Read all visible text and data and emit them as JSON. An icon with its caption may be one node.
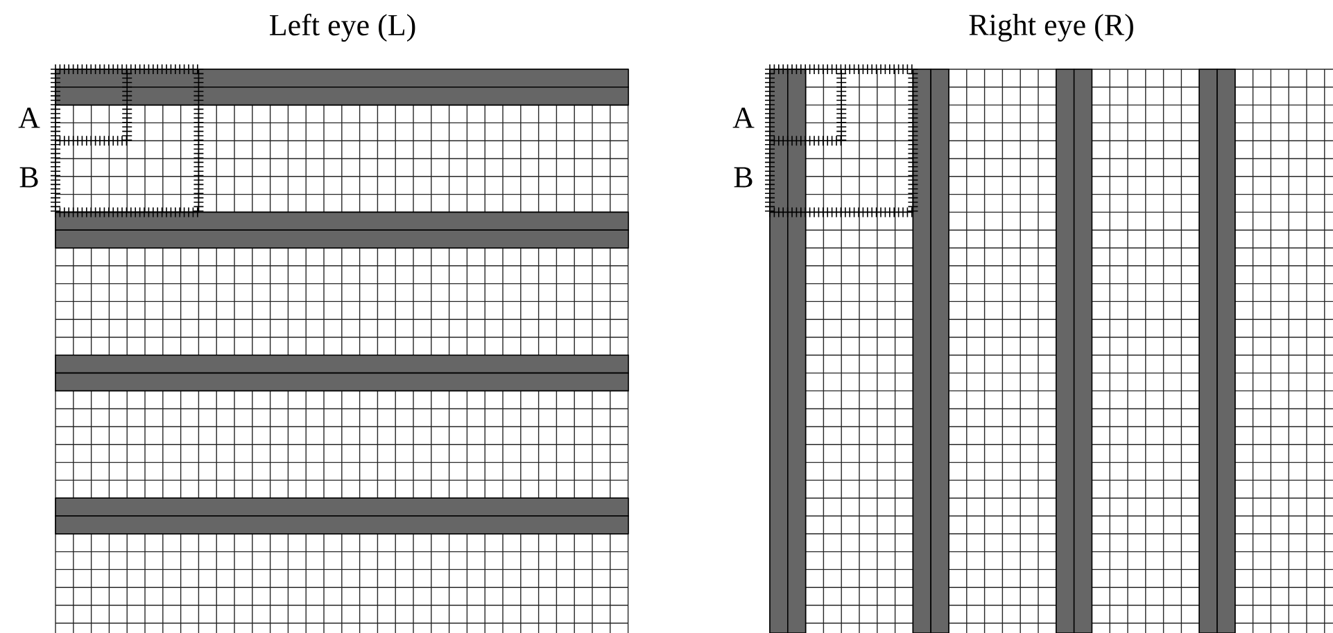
{
  "diagram": {
    "labels": [
      "Left eye (L)",
      "A",
      "B",
      "Right eye (R)",
      "A",
      "B"
    ]
  }
}
